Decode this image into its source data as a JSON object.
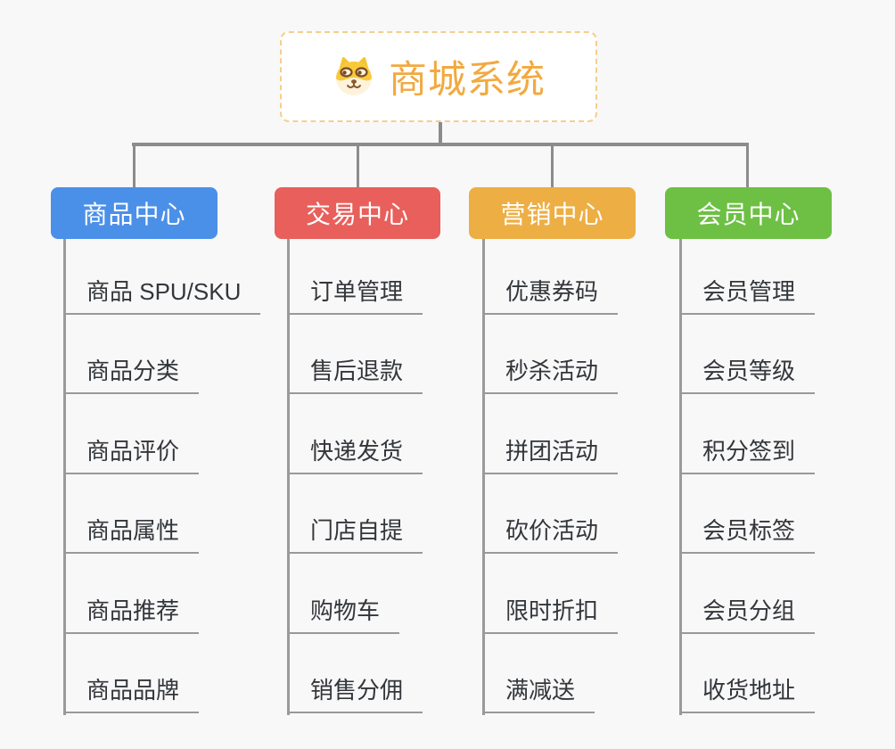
{
  "canvas": {
    "bg_color": "#F8F8F8",
    "connector_color": "#8C8C8C"
  },
  "root": {
    "label": "商城系统",
    "text_color": "#F2A93F",
    "border_color": "#F5CE8E",
    "icon": "dog-face-icon"
  },
  "branches": [
    {
      "label": "商品中心",
      "color": "#4B90E8",
      "items": [
        "商品 SPU/SKU",
        "商品分类",
        "商品评价",
        "商品属性",
        "商品推荐",
        "商品品牌"
      ]
    },
    {
      "label": "交易中心",
      "color": "#E85F5B",
      "items": [
        "订单管理",
        "售后退款",
        "快递发货",
        "门店自提",
        "购物车",
        "销售分佣"
      ]
    },
    {
      "label": "营销中心",
      "color": "#EDAE44",
      "items": [
        "优惠券码",
        "秒杀活动",
        "拼团活动",
        "砍价活动",
        "限时折扣",
        "满减送"
      ]
    },
    {
      "label": "会员中心",
      "color": "#6DC044",
      "items": [
        "会员管理",
        "会员等级",
        "积分签到",
        "会员标签",
        "会员分组",
        "收货地址"
      ]
    }
  ]
}
